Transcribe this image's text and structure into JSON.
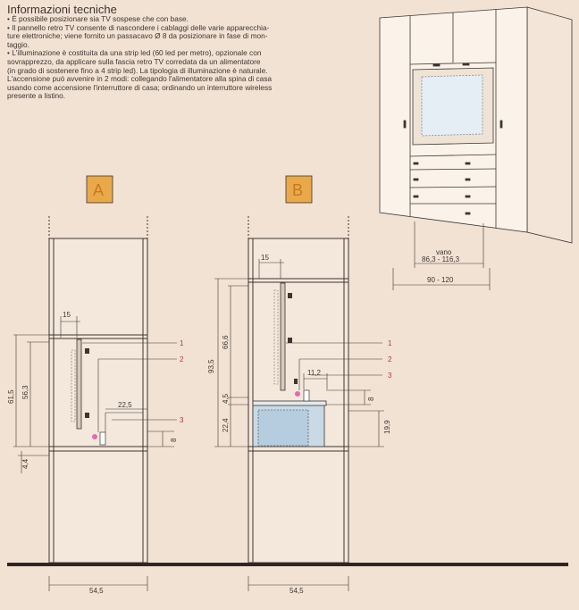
{
  "title": "Informazioni tecniche",
  "info": [
    "• È possibile posizionare sia TV sospese che con base.",
    "• Il pannello retro TV consente di nascondere i cablaggi delle varie apparecchia-",
    "ture elettroniche; viene fornito un passacavo Ø 8 da posizionare in fase di mon-",
    "taggio.",
    "• L'illuminazione è costituita da una strip led (60 led per metro), opzionale con",
    "sovrapprezzo, da applicare sulla fascia retro TV corredata da un alimentatore",
    "(in grado di sostenere fino a 4 strip led). La tipologia di illuminazione è naturale.",
    "L'accensione può avvenire in 2 modi: collegando l'alimentatore alla spina di casa",
    "usando come accensione l'interruttore di casa; ordinando un interruttore wireless",
    "presente a listino."
  ],
  "cabinet": {
    "vano_label": "vano",
    "vano_range": "86,3 - 116,3",
    "width_range": "90 - 120"
  },
  "diagram_a": {
    "label": "A",
    "dim_15": "15",
    "dim_61_5": "61,5",
    "dim_56_3": "56,3",
    "dim_22_5": "22,5",
    "dim_8": "8",
    "dim_4_4": "4,4",
    "dim_54_5": "54,5",
    "callouts": [
      "1",
      "2",
      "3"
    ]
  },
  "diagram_b": {
    "label": "B",
    "dim_15": "15",
    "dim_93_5": "93,5",
    "dim_66_6": "66,6",
    "dim_11_2": "11,2",
    "dim_4_5": "4,5",
    "dim_8": "8",
    "dim_22_4": "22,4",
    "dim_19_9": "19,9",
    "dim_54_5": "54,5",
    "callouts": [
      "1",
      "2",
      "3"
    ]
  },
  "colors": {
    "background": "#f1e2d4",
    "label_box": "#e9a94a",
    "callout": "#b2324a",
    "line": "#3d3530"
  }
}
